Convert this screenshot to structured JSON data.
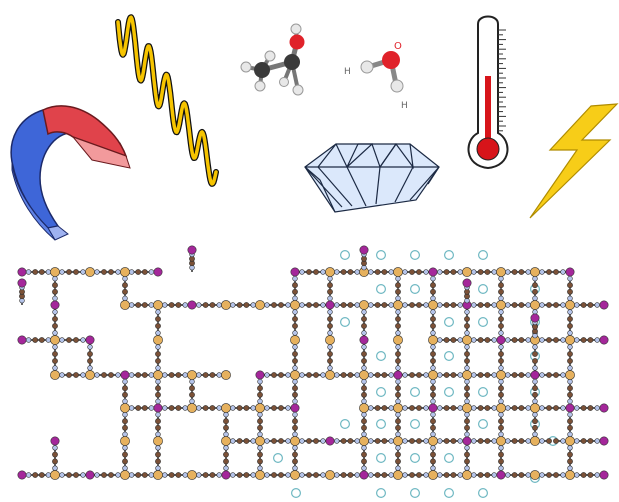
{
  "figure": {
    "icons": [
      {
        "name": "horseshoe-magnet-icon",
        "colors": {
          "north": "#e0434b",
          "south": "#3e66d8",
          "tip_light": "#f29a9c",
          "tip_blue": "#9fb2f0"
        }
      },
      {
        "name": "electromagnetic-wave-icon",
        "colors": {
          "wave": "#f6c400",
          "outline": "#111111"
        }
      },
      {
        "name": "ethanol-molecule-icon",
        "colors": {
          "carbon": "#3a3a3a",
          "oxygen": "#e0222a",
          "hydrogen": "#e8e8e8"
        }
      },
      {
        "name": "water-molecule-icon",
        "colors": {
          "oxygen": "#e0222a",
          "hydrogen": "#e8e8e8"
        }
      },
      {
        "name": "thermometer-icon",
        "colors": {
          "mercury": "#d7141a",
          "tube": "#ffffff"
        }
      },
      {
        "name": "diamond-icon",
        "colors": {
          "fill": "#dbe8fb",
          "stroke": "#1c2a44"
        }
      },
      {
        "name": "lightning-bolt-icon",
        "colors": {
          "fill": "#f7cd18",
          "stroke": "#b08c00"
        }
      }
    ],
    "water_molecule_labels": {
      "oxygen": "O",
      "hydrogen_1": "H",
      "hydrogen_2": "H"
    },
    "framework": {
      "name": "coordination-framework-lattice",
      "colors": {
        "metal": "#e6b15e",
        "linker": "#7b5137",
        "nitrogen": "#b5c4ea",
        "terminal": "#a4279a",
        "guest": "#6fb8c2",
        "bond": "#222222"
      }
    }
  }
}
